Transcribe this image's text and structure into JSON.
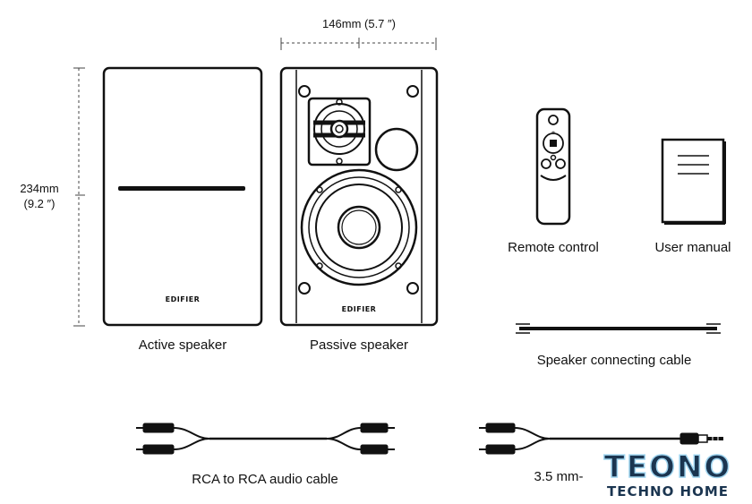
{
  "dimensions": {
    "width_text": "146mm (5.7 ″)",
    "height_mm": "234mm",
    "height_in": "(9.2 ″)"
  },
  "items": {
    "active_speaker": "Active speaker",
    "passive_speaker": "Passive speaker",
    "remote_control": "Remote control",
    "user_manual": "User manual",
    "speaker_cable": "Speaker connecting cable",
    "rca_cable": "RCA to RCA audio cable",
    "aux_cable": "3.5 mm-"
  },
  "brand": {
    "speaker_logo": "EDIFIER",
    "watermark_main": "TEONO",
    "watermark_sub": "TECHNO HOME"
  },
  "colors": {
    "line": "#111111",
    "watermark_dark": "#1b3550",
    "watermark_light": "#9fd4ef"
  }
}
